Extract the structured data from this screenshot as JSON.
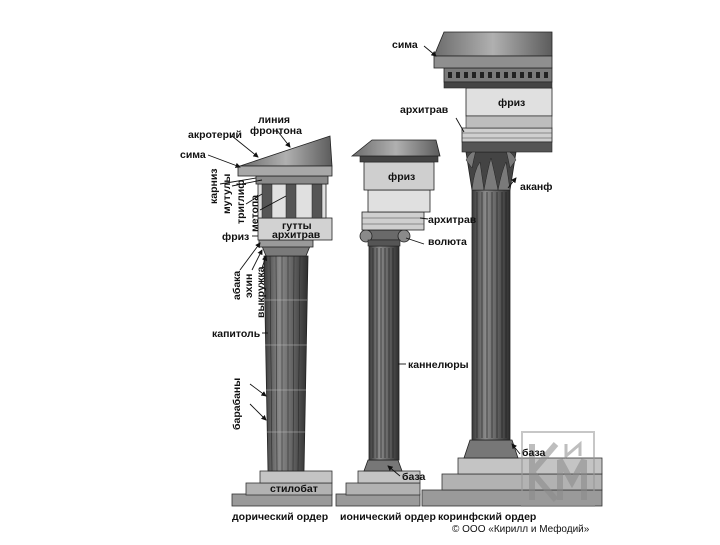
{
  "diagram": {
    "doric": {
      "caption": "дорический ордер",
      "labels": {
        "line_fronton_1": "линия",
        "line_fronton_2": "фронтона",
        "akroterion": "акротерий",
        "sima": "сима",
        "karniz": "карниз",
        "mutuly": "мутулы",
        "triglif": "триглиф",
        "metopa": "метопа",
        "gutty": "гутты",
        "arhitrav": "архитрав",
        "friz": "фриз",
        "abaka": "абака",
        "ehin": "эхин",
        "vykruzhka": "выкружка",
        "kapitol": "капитоль",
        "barabany": "барабаны",
        "stilobat": "стилобат"
      }
    },
    "ionic": {
      "caption": "ионический ордер",
      "labels": {
        "friz": "фриз",
        "arhitrav": "архитрав",
        "voluta": "волюта",
        "kannelyury": "каннелюры",
        "baza": "база"
      }
    },
    "corinthian": {
      "caption": "коринфский ордер",
      "labels": {
        "sima": "сима",
        "arhitrav": "архитрав",
        "friz": "фриз",
        "akanf": "аканф",
        "baza": "база"
      }
    },
    "logo_letters": "КиМ",
    "copyright": "© ООО «Кирилл и Мефодий»",
    "colors": {
      "stone_dark": "#5a5a5a",
      "stone_mid": "#8a8a8a",
      "stone_light": "#c8c8c8",
      "line": "#222222"
    }
  }
}
